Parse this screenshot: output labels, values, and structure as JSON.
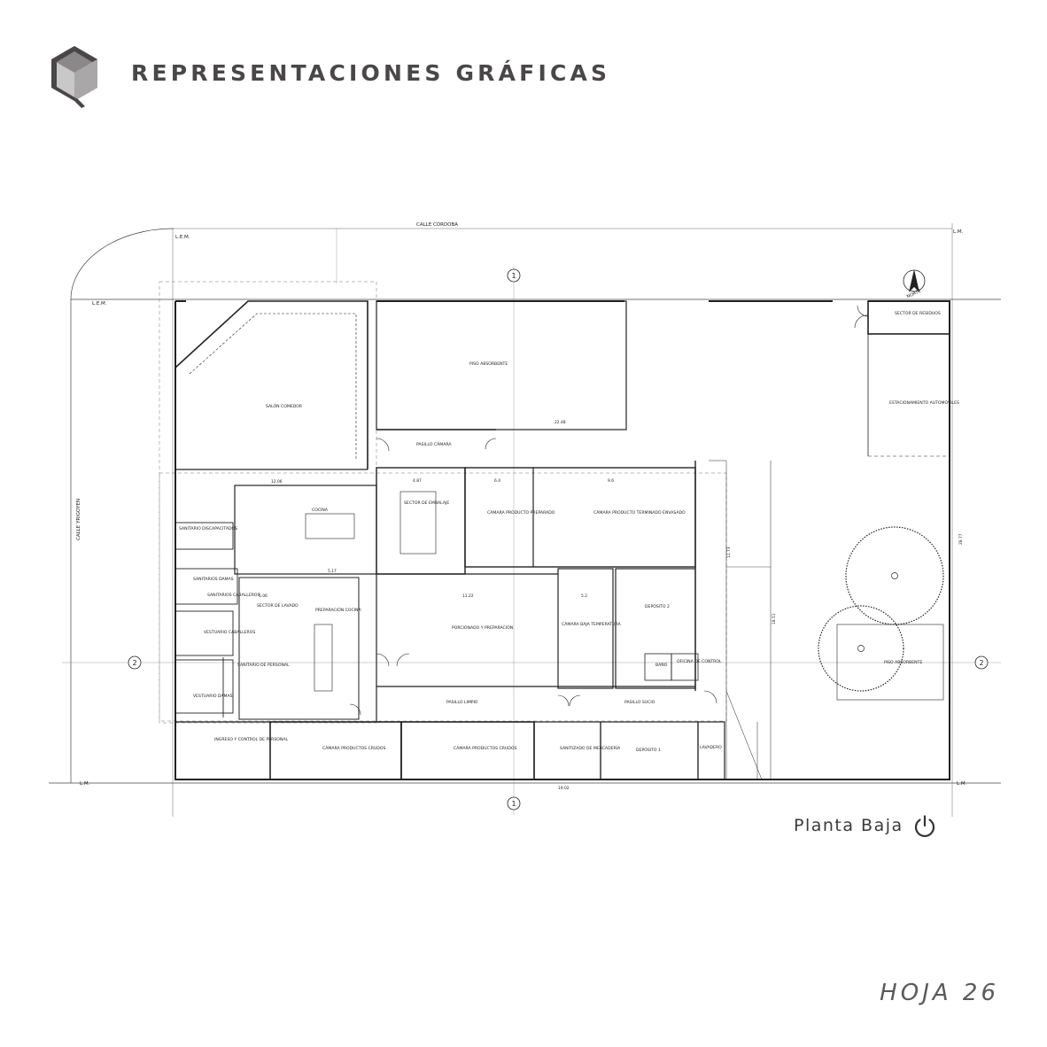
{
  "header": {
    "title": "REPRESENTACIONES GRÁFICAS",
    "logo_icon": "cube-icon",
    "logo_colors": [
      "#4a4748",
      "#8a8889",
      "#c9c8c8"
    ]
  },
  "plan": {
    "streets": {
      "top": "CALLE CÓRDOBA",
      "left": "CALLE YRIGOYEN"
    },
    "boundary_labels": {
      "lem_top": "L.E.M.",
      "lem_left": "L.E.M.",
      "lm_top_right": "L.M.",
      "lm_bottom_left": "L.M.",
      "lm_bottom_right": "L.M."
    },
    "north_label": "NORTE",
    "axis_markers": [
      "1",
      "2",
      "2",
      "1"
    ],
    "rooms": [
      "SECTOR DE RESIDUOS",
      "PISO ABSORBENTE",
      "ESTACIONAMIENTO AUTOMÓVILES",
      "SALÓN COMEDOR",
      "PASILLO CÁMARA",
      "SECTOR DE EMBALAJE",
      "CÁMARA PRODUCTO PREPARADO",
      "CÁMARA PRODUCTO TERMINADO ENVASADO",
      "COCINA",
      "SANITARIO DISCAPACITADOS",
      "SANITARIOS DAMAS",
      "SANITARIOS CABALLEROS",
      "VESTUARIO CABALLEROS",
      "VESTUARIO DAMAS",
      "SECTOR DE LAVADO",
      "PREPARACIÓN COCINA",
      "PORCIONADO Y PREPARACIÓN",
      "CÁMARA BAJA TEMPERATURA",
      "DEPÓSITO 2",
      "BAÑO",
      "OFICINA DE CONTROL",
      "SANITARIO DE PERSONAL",
      "PASILLO LIMPIO",
      "PASILLO SUCIO",
      "PISO ABSORBENTE",
      "INGRESO Y CONTROL DE PERSONAL",
      "CÁMARA PRODUCTOS CRUDOS",
      "CÁMARA PRODUCTOS CRUDOS",
      "SANITIZADO DE MERCADERÍA",
      "DEPÓSITO 1",
      "LAVADERO"
    ],
    "dimensions": [
      "22.48",
      "12.06",
      "9.6",
      "6.4",
      "4.87",
      "5.17",
      "11.22",
      "5.2",
      "5.06",
      "19.02",
      "28.77",
      "18.51",
      "11.73"
    ]
  },
  "caption": {
    "label": "Planta Baja",
    "icon": "power-icon"
  },
  "sheet": {
    "label": "HOJA 26"
  }
}
